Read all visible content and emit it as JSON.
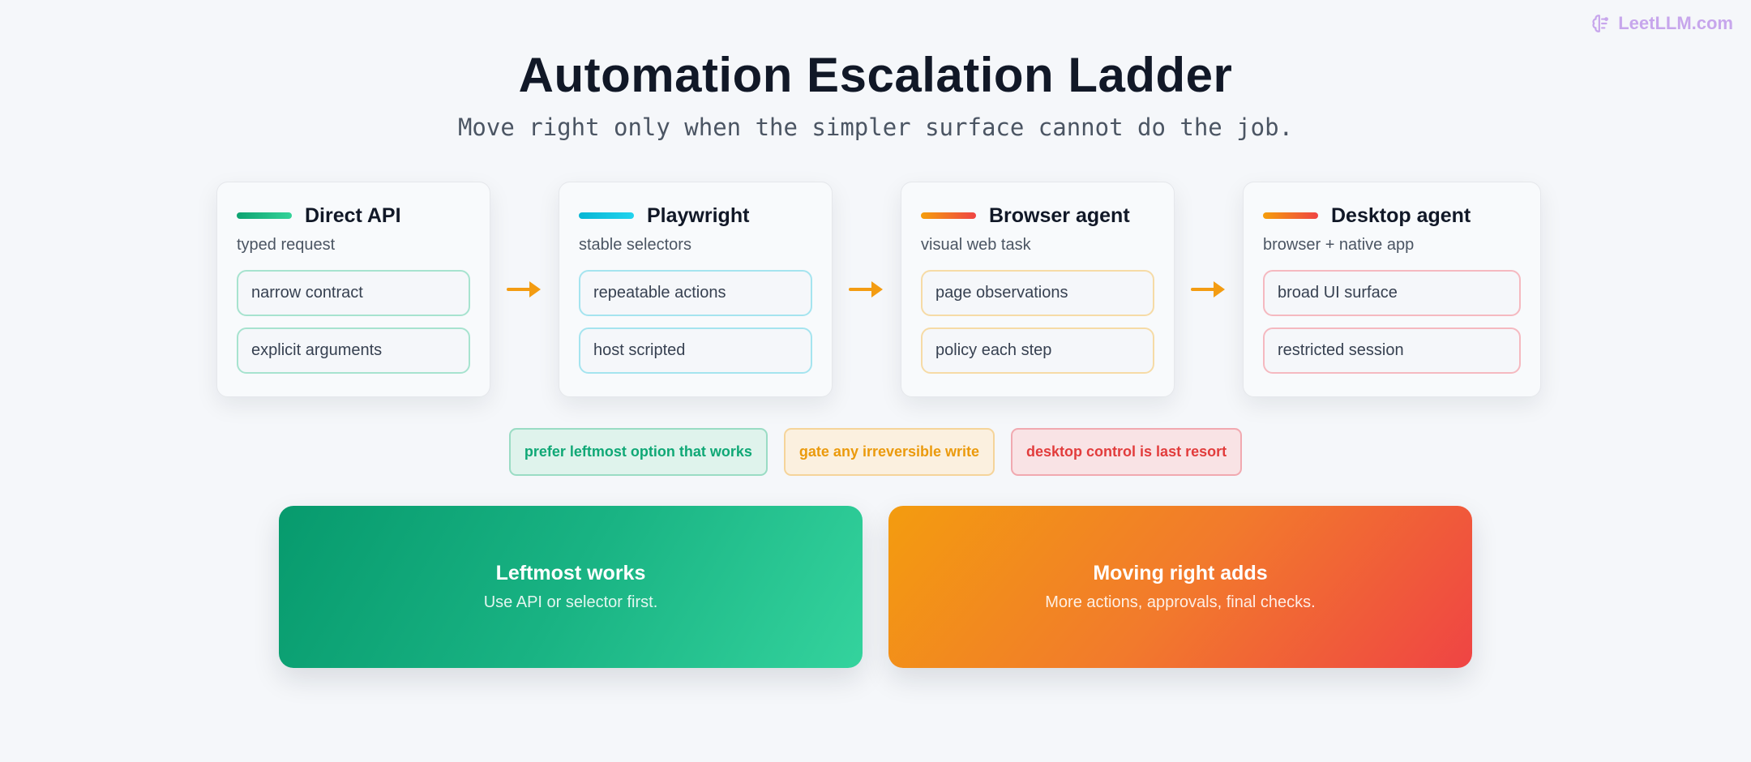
{
  "brand": {
    "name": "LeetLLM.com",
    "icon": "brain-icon"
  },
  "header": {
    "title": "Automation Escalation Ladder",
    "subtitle": "Move right only when the simpler surface cannot do the job."
  },
  "colors": {
    "green": "#10b981",
    "cyan": "#22c3e0",
    "orange": "#f59e0b",
    "red": "#ef4444",
    "arrow": "#f39c12"
  },
  "stages": [
    {
      "title": "Direct API",
      "subtitle": "typed request",
      "items": [
        "narrow contract",
        "explicit arguments"
      ]
    },
    {
      "title": "Playwright",
      "subtitle": "stable selectors",
      "items": [
        "repeatable actions",
        "host scripted"
      ]
    },
    {
      "title": "Browser agent",
      "subtitle": "visual web task",
      "items": [
        "page observations",
        "policy each step"
      ]
    },
    {
      "title": "Desktop agent",
      "subtitle": "browser + native app",
      "items": [
        "broad UI surface",
        "restricted session"
      ]
    }
  ],
  "tags": [
    "prefer leftmost option that works",
    "gate any irreversible write",
    "desktop control is last resort"
  ],
  "panels": {
    "left": {
      "title": "Leftmost works",
      "text": "Use API or selector first."
    },
    "right": {
      "title": "Moving right adds",
      "text": "More actions, approvals, final checks."
    }
  }
}
